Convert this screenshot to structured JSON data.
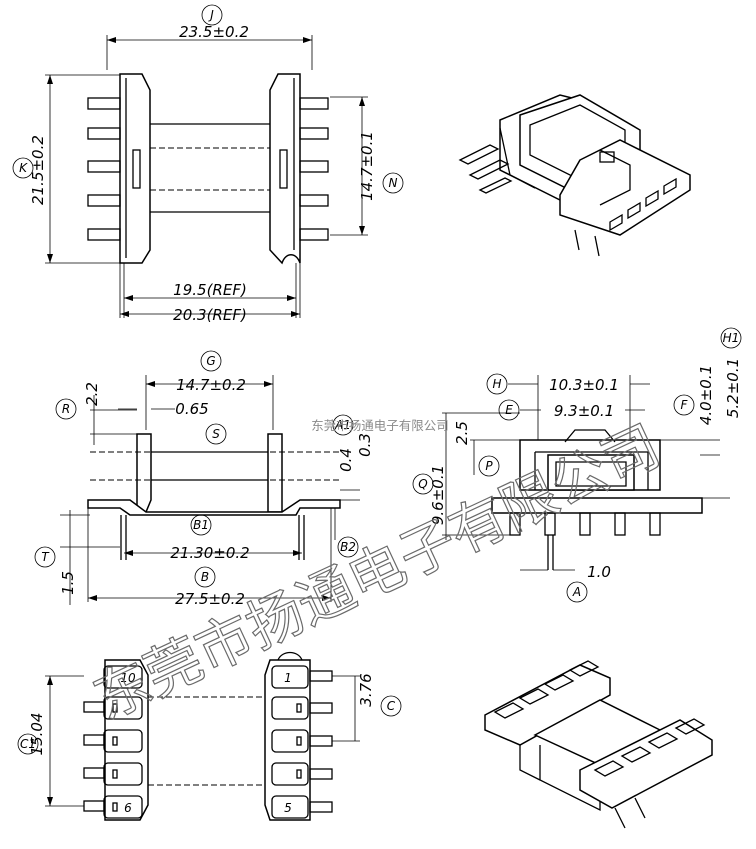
{
  "dimensions": {
    "J": "23.5±0.2",
    "K": "21.5±0.2",
    "N": "14.7±0.1",
    "ref1": "19.5(REF)",
    "ref2": "20.3(REF)",
    "G": "14.7±0.2",
    "R": "2.2",
    "S": "0.65",
    "A1a": "0.4",
    "A1b": "0.3",
    "B1": "21.30±0.2",
    "B": "27.5±0.2",
    "T": "1.5",
    "H": "10.3±0.1",
    "E": "9.3±0.1",
    "F": "4.0±0.1",
    "H1": "5.2±0.1",
    "P": "2.5",
    "Q": "9.6±0.1",
    "A": "1.0",
    "C": "3.76",
    "C1": "15.04"
  },
  "callouts": {
    "J": "J",
    "K": "K",
    "N": "N",
    "G": "G",
    "R": "R",
    "S": "S",
    "A1": "A1",
    "B1": "B1",
    "B2": "B2",
    "B": "B",
    "T": "T",
    "H": "H",
    "E": "E",
    "F": "F",
    "H1": "H1",
    "P": "P",
    "Q": "Q",
    "A": "A",
    "C": "C",
    "C1": "C1"
  },
  "pins": {
    "p1": "1",
    "p5": "5",
    "p6": "6",
    "p10": "10"
  },
  "watermark": {
    "large": "东莞市扬通电子有限公司",
    "small": "东莞市扬通电子有限公司"
  }
}
